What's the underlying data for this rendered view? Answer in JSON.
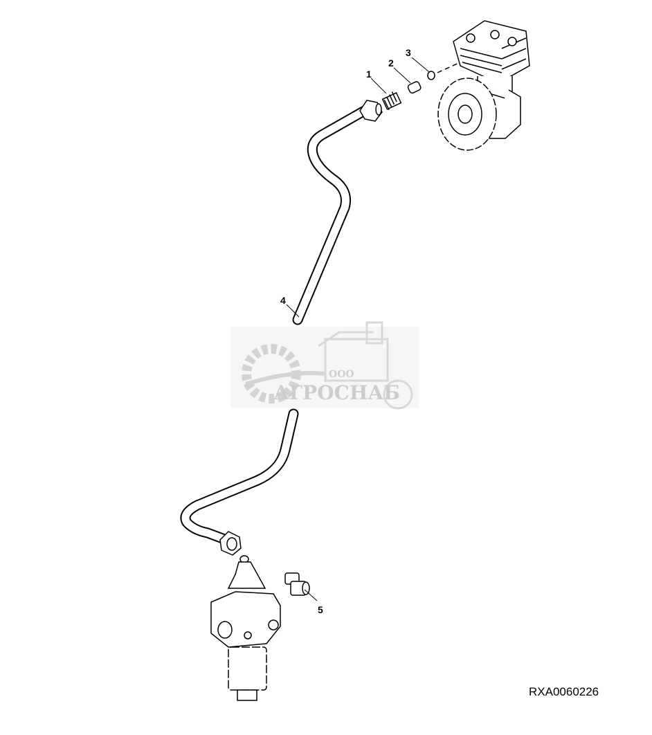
{
  "diagram": {
    "callouts": [
      {
        "id": "1",
        "part": "fitting"
      },
      {
        "id": "2",
        "part": "sleeve"
      },
      {
        "id": "3",
        "part": "o-ring"
      },
      {
        "id": "4",
        "part": "tube"
      },
      {
        "id": "5",
        "part": "elbow-fitting"
      }
    ],
    "code": "RXA0060226"
  },
  "watermark": {
    "prefix": "ООО",
    "name": "АГРОСНАБ"
  }
}
